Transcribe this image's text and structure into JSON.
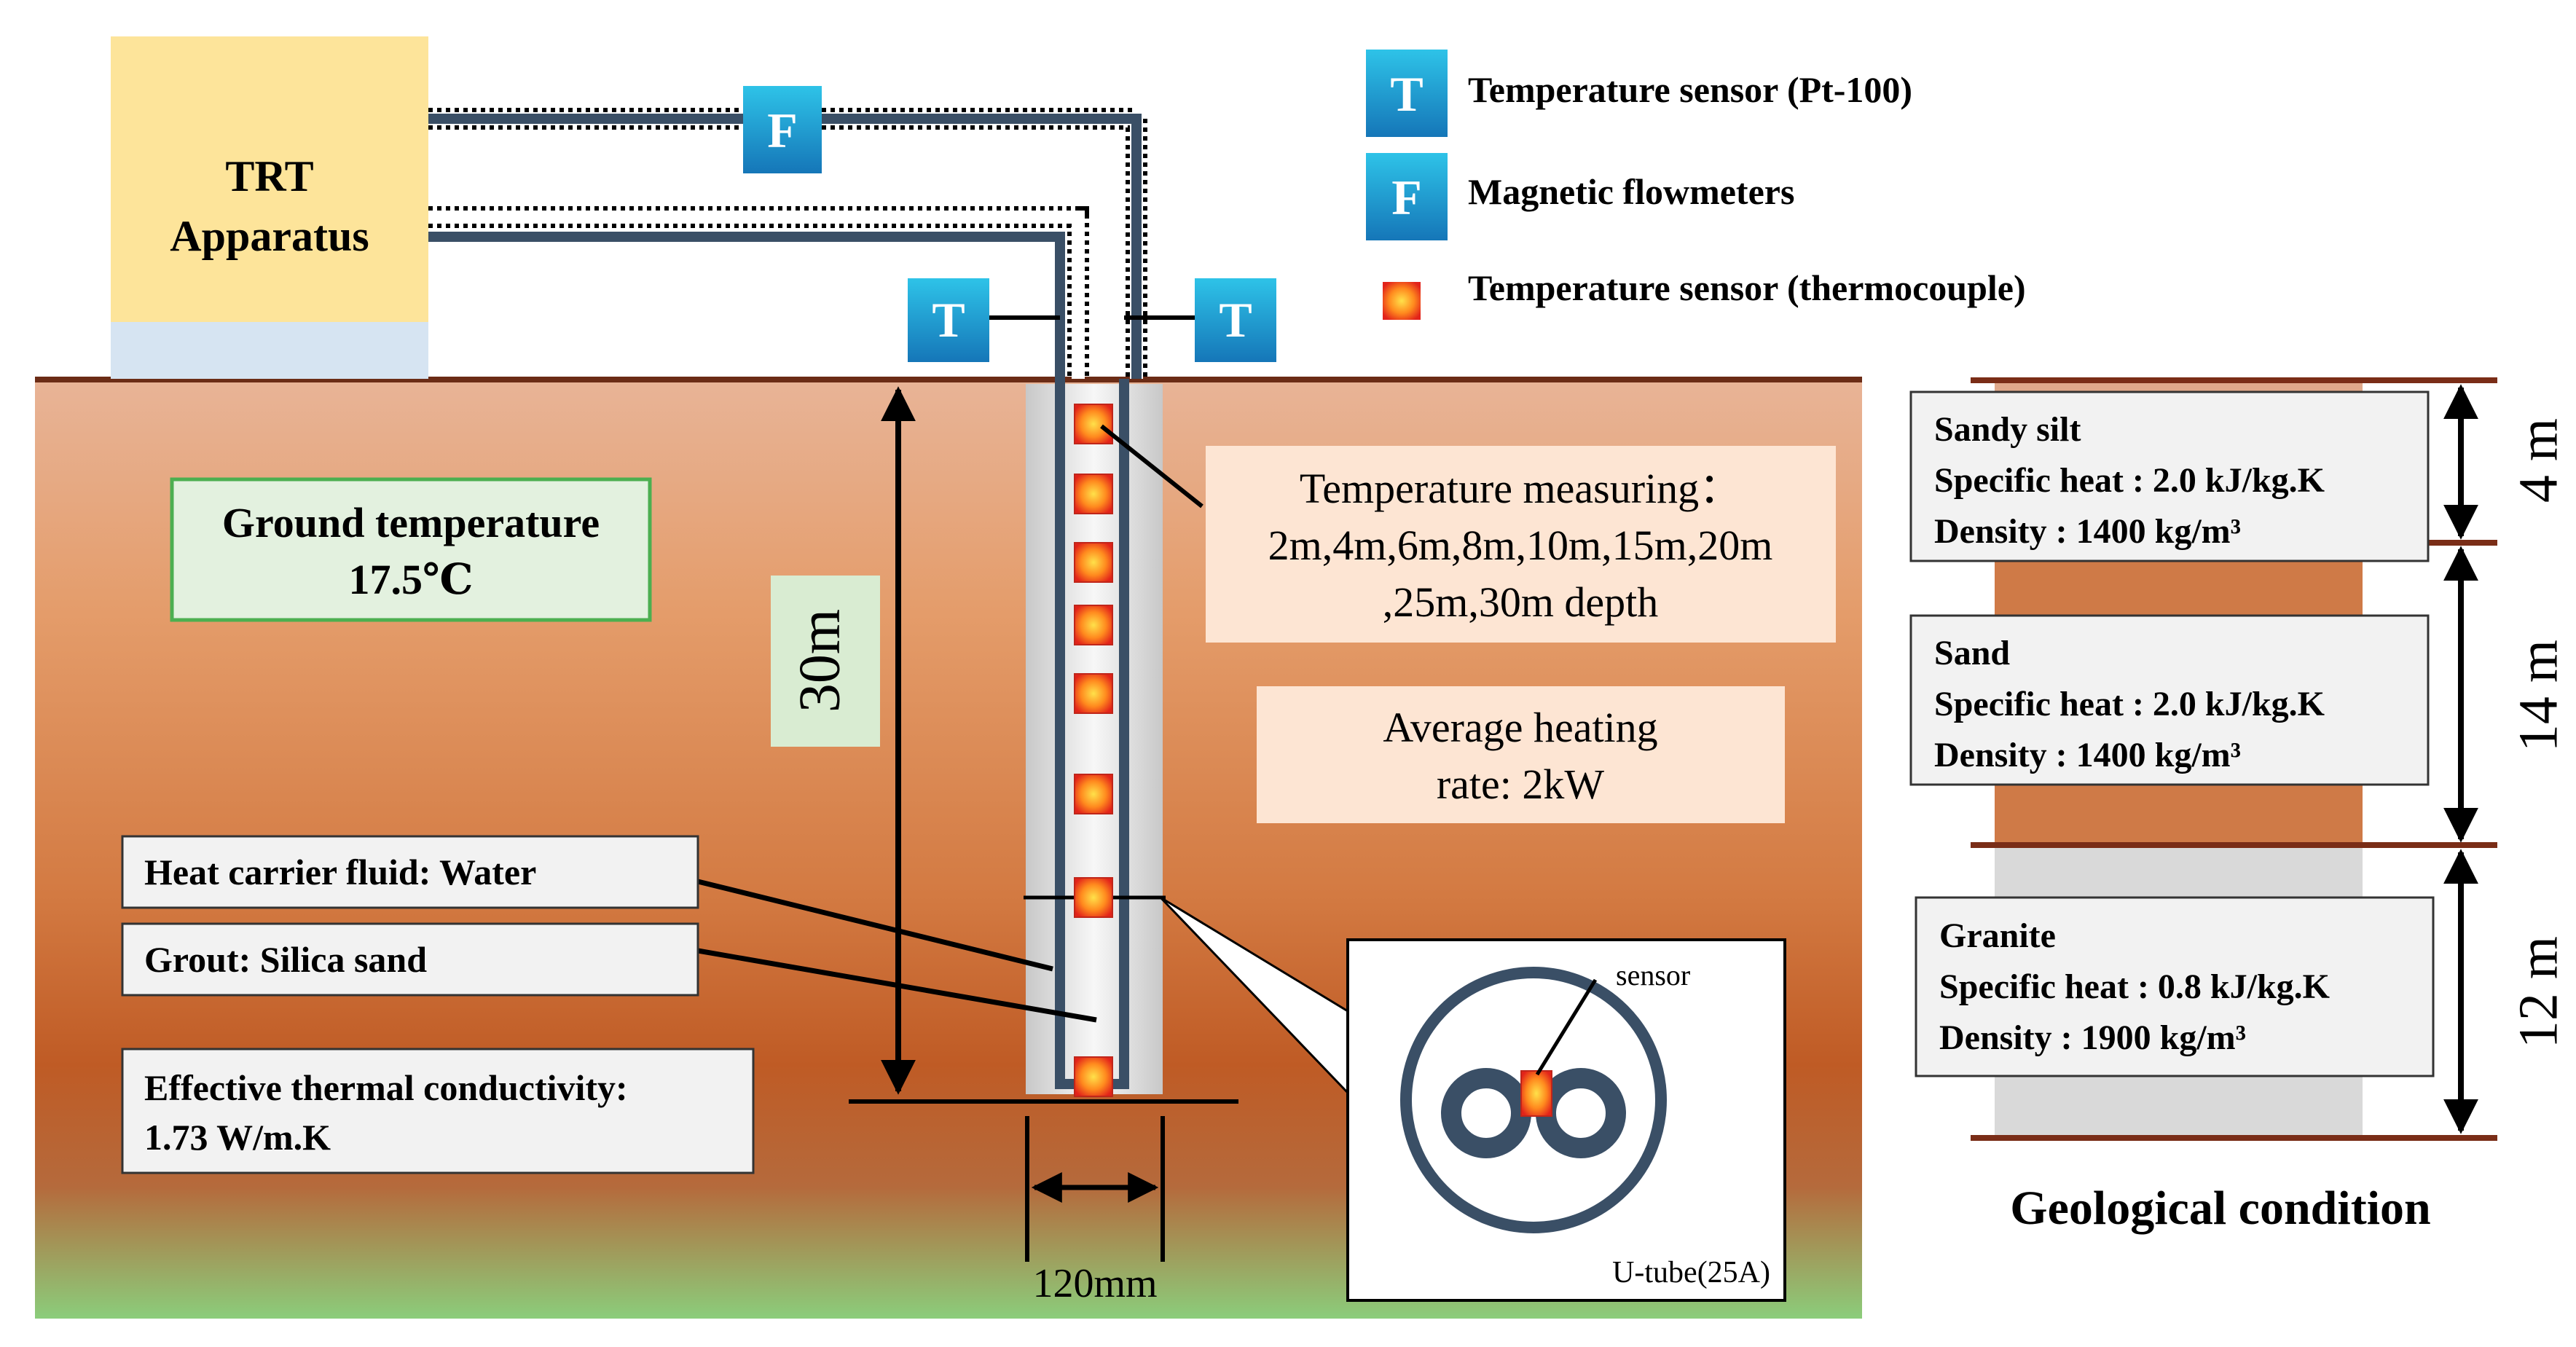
{
  "apparatus": {
    "line1": "TRT",
    "line2": "Apparatus"
  },
  "legend": {
    "temp_sensor_pt100": "Temperature sensor (Pt-100)",
    "flowmeters": "Magnetic flowmeters",
    "thermocouple": "Temperature sensor (thermocouple)",
    "t_letter": "T",
    "f_letter": "F"
  },
  "ground_temperature": {
    "line1": "Ground temperature",
    "line2": "17.5℃"
  },
  "depth_label": "30m",
  "measuring": {
    "line1": "Temperature measuring：",
    "line2": "2m,4m,6m,8m,10m,15m,20m",
    "line3": ",25m,30m depth"
  },
  "heating": {
    "line1": "Average heating",
    "line2": "rate: 2kW"
  },
  "fluid": "Heat carrier fluid: Water",
  "grout": "Grout: Silica sand",
  "conductivity": {
    "line1": "Effective thermal conductivity:",
    "line2": "1.73 W/m.K"
  },
  "borehole_width": "120mm",
  "inset": {
    "sensor_label": "sensor",
    "utube_label": "U-tube(25A)"
  },
  "layers": [
    {
      "name": "Sandy silt",
      "heat": "Specific heat : 2.0 kJ/kg.K",
      "density": "Density : 1400 kg/m³",
      "thickness": "4 m"
    },
    {
      "name": "Sand",
      "heat": "Specific heat : 2.0 kJ/kg.K",
      "density": "Density : 1400 kg/m³",
      "thickness": "14 m"
    },
    {
      "name": "Granite",
      "heat": "Specific heat : 0.8 kJ/kg.K",
      "density": "Density : 1900 kg/m³",
      "thickness": "12 m"
    }
  ],
  "geo_title": "Geological condition",
  "colors": {
    "apparatus": "#fde49a",
    "soil_top": "#e2ab88",
    "soil_mid": "#c4632a",
    "soil_bottom": "#8cca7a",
    "pipe": "#3a4f66",
    "sensor_badge": "#1aa0d0",
    "ground_box_border": "#4caf50",
    "note_box": "#fde5d3"
  }
}
